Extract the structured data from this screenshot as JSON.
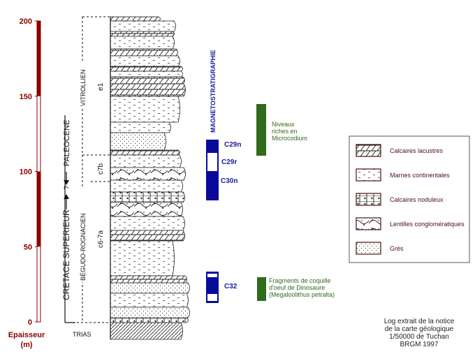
{
  "scale": {
    "ticks": [
      "200",
      "150",
      "100",
      "50",
      "0"
    ],
    "tick_values": [
      200,
      150,
      100,
      50,
      0
    ],
    "label_line1": "Epaisseur",
    "label_line2": "(m)",
    "red_segments_m": [
      [
        150,
        200
      ],
      [
        50,
        100
      ]
    ]
  },
  "chrono": {
    "lower": "CRETACE SUPERIEUR",
    "question": "?",
    "upper": "PALEOCENE",
    "vitrollien": "VITROLLIEN",
    "e1": "e1",
    "c7b": "c7b",
    "begudo": "BÉGUDO-ROGNACIEN",
    "c67a": "c6-7a",
    "trias": "TRIAS"
  },
  "magneto": {
    "title": "MAGNETOSTRATIGRAPHIE",
    "c29n": "C29n",
    "c29r": "C29r",
    "c30n": "C30n",
    "c32": "C32"
  },
  "notes": {
    "microcodium": [
      "Niveaux",
      "riches en",
      "Microcodium"
    ],
    "dinosaur": [
      "Fragments de coquille",
      "d'oeuf de Dinosaure",
      "(Megaloolithus petralta)"
    ]
  },
  "legend": [
    {
      "pattern": "calcaire",
      "label": "Calcaires lacustres"
    },
    {
      "pattern": "marne",
      "label": "Marnes continentales"
    },
    {
      "pattern": "nodule",
      "label": "Calcaires noduleux"
    },
    {
      "pattern": "conglo",
      "label": "Lentilles conglomératiques"
    },
    {
      "pattern": "gres",
      "label": "Grès"
    }
  ],
  "credit": [
    "Log extrait de la notice",
    "de la carte géologique",
    "1/50000 de Tuchan",
    "BRGM 1997"
  ],
  "colors": {
    "scale": "#8b0000",
    "magneto": "#0a0a9a",
    "note": "#2f6b1a"
  }
}
